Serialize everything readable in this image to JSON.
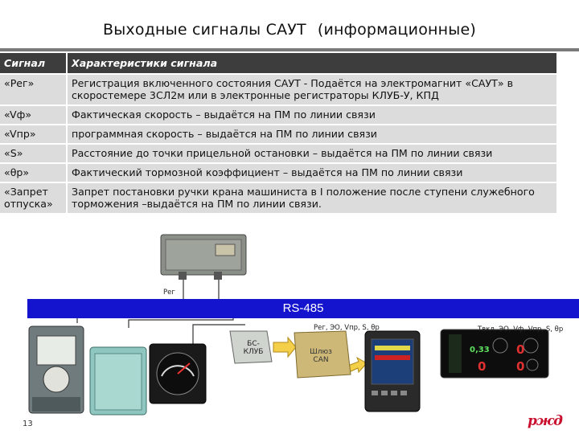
{
  "title": {
    "main": "Выходные сигналы САУТ",
    "sub": "(информационные)"
  },
  "table": {
    "headers": [
      "Сигнал",
      "Характеристики сигнала"
    ],
    "rows": [
      {
        "signal": "«Рег»",
        "desc": "Регистрация включенного состояния САУТ - Подаётся на электромагнит «САУТ» в скоростемере 3СЛ2м или в электронные регистраторы КЛУБ-У, КПД"
      },
      {
        "signal": "«Vф»",
        "desc": "Фактическая скорость – выдаётся на ПМ по линии связи"
      },
      {
        "signal": "«Vпр»",
        "desc": "программная скорость – выдаётся на ПМ по линии связи"
      },
      {
        "signal": "«S»",
        "desc": "Расстояние до точки прицельной остановки – выдаётся на ПМ по линии связи"
      },
      {
        "signal": "«θр»",
        "desc": "Фактический тормозной коэффициент – выдаётся на ПМ по линии связи"
      },
      {
        "signal": "«Запрет отпуска»",
        "desc": "Запрет постановки ручки крана машиниста в I положение после ступени служебного торможения –выдаётся на ПМ по линии связи."
      }
    ]
  },
  "diagram": {
    "bus_label": "RS-485",
    "reg_label": "Рег",
    "bs_label": "БС-КЛУБ",
    "gateway_label": "Шлюз CAN",
    "signals_mid": "Рег, ЭО, Vпр, S, θр",
    "signals_right": "Твкл, ЭО, Vф, Vпр, S, θр",
    "display_value": "0,33",
    "display_zero": "0"
  },
  "footer": {
    "page": "13",
    "logo": "ржд"
  },
  "colors": {
    "bus": "#1414cf",
    "header_bg": "#3d3d3d",
    "row_bg": "#dcdcdc",
    "logo": "#c8102e"
  }
}
